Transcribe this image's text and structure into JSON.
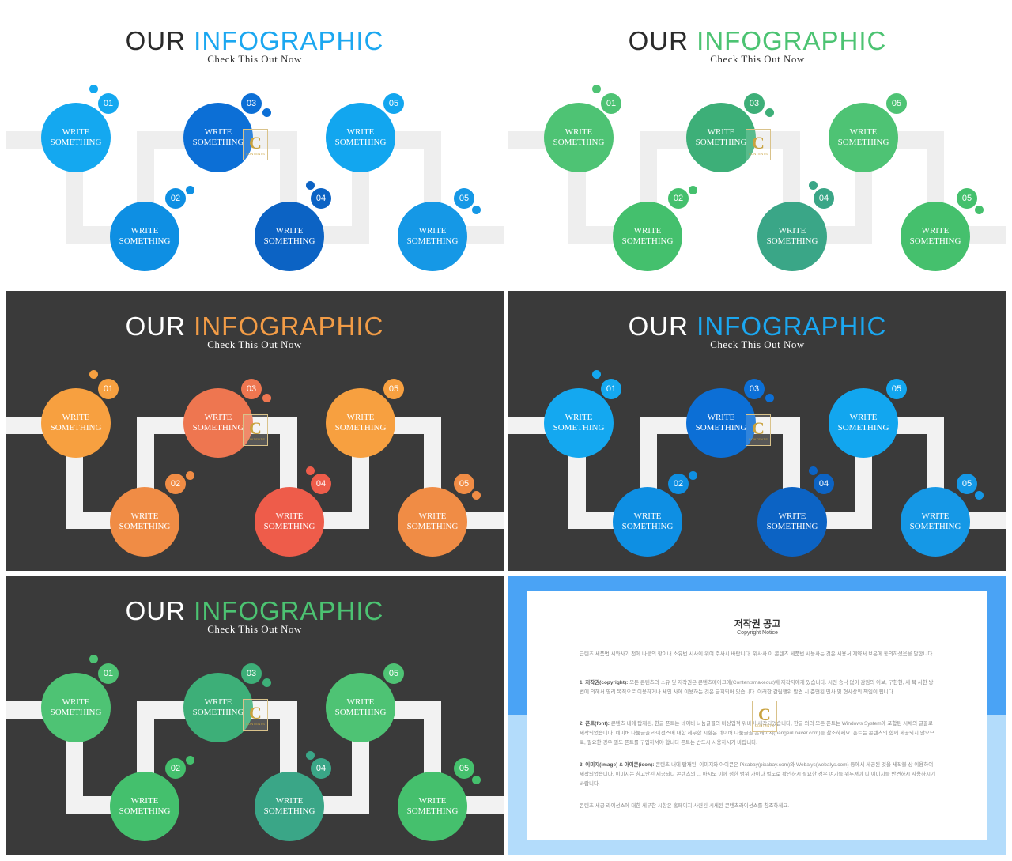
{
  "slides": [
    {
      "title_word1": "OUR",
      "title_word2": "INFOGRAPHIC",
      "subtitle": "Check  This  Out  Now",
      "theme": "light",
      "accent": "#1ba7f0",
      "circle_colors": [
        "#14a8f0",
        "#0c6fd6",
        "#12a6ef",
        "#0e8fe3",
        "#0c63c4",
        "#1598e6"
      ]
    },
    {
      "title_word1": "OUR",
      "title_word2": "INFOGRAPHIC",
      "subtitle": "Check  This  Out  Now",
      "theme": "light",
      "accent": "#4cc372",
      "circle_colors": [
        "#4ec374",
        "#3daf78",
        "#4ec374",
        "#44c06d",
        "#3aa687",
        "#45c06d"
      ]
    },
    {
      "title_word1": "OUR",
      "title_word2": "INFOGRAPHIC",
      "subtitle": "Check  This  Out  Now",
      "theme": "dark",
      "accent": "#f29c46",
      "circle_colors": [
        "#f7a040",
        "#ee7650",
        "#f7a040",
        "#f08c45",
        "#ee5c4a",
        "#f08c45"
      ]
    },
    {
      "title_word1": "OUR",
      "title_word2": "INFOGRAPHIC",
      "subtitle": "Check  This  Out  Now",
      "theme": "dark",
      "accent": "#1ba7f0",
      "circle_colors": [
        "#14a8f0",
        "#0c6fd6",
        "#12a6ef",
        "#0e8fe3",
        "#0c63c4",
        "#1598e6"
      ]
    },
    {
      "title_word1": "OUR",
      "title_word2": "INFOGRAPHIC",
      "subtitle": "Check  This  Out  Now",
      "theme": "dark",
      "accent": "#4cc372",
      "circle_colors": [
        "#4ec374",
        "#3daf78",
        "#4ec374",
        "#44c06d",
        "#3aa687",
        "#45c06d"
      ]
    }
  ],
  "steps": [
    {
      "number": "01",
      "text_line1": "WRITE",
      "text_line2": "SOMETHING"
    },
    {
      "number": "03",
      "text_line1": "WRITE",
      "text_line2": "SOMETHING"
    },
    {
      "number": "05",
      "text_line1": "WRITE",
      "text_line2": "SOMETHING"
    },
    {
      "number": "02",
      "text_line1": "WRITE",
      "text_line2": "SOMETHING"
    },
    {
      "number": "04",
      "text_line1": "WRITE",
      "text_line2": "SOMETHING"
    },
    {
      "number": "05",
      "text_line1": "WRITE",
      "text_line2": "SOMETHING"
    }
  ],
  "path_colors": {
    "light": "#eeeeee",
    "dark": "#f2f2f2"
  },
  "logo": {
    "letter": "C",
    "small_text": "CONTENTS"
  },
  "notice": {
    "title": "저작권 공고",
    "subtitle": "Copyright Notice",
    "intro": "근텐츠 세품법 시와사기 전에 나응의 항이내 소유법 시사이 워여 주사시 바랍니다. 위사사 이 콘텐츠 세품법 시용사는 것은 시용서 계약서 보은에 동의하셨음을 말합니다.",
    "p1_head": "1. 저작권(copyright):",
    "p1_body": " 모든 콘텐츠의 소유 및 저작권은 콘텐츠메이크에(Contentsmakeout)에 제작자에게 있습니다. 시전 승낙 없이 감림의 이보, 구한현, 세 복 사한 방법에 의해서 영리 목적으로 이용하거나 세인 사에 이용하는 것은 금지되어 있습니다. 이러한 감림행위 발견 시 준면된 민사 및 형사상의 책임이 됩니다.",
    "p2_head": "2. 폰트(font):",
    "p2_body": " 콘텐츠 내에 탑재된, 한글 폰트는 네이버 나눔글꼴의 비상업적 워바이 세작되었습니다, 한글 외의 모든 폰트는 Windows System에 포함된 시체의 글꼴로 제작되었습니다. 네이버 나눔글꼴 라이선스에 대한 세부한 시항은 네이버 나눔글꼴 홈페이지(hangeul.naver.com)를 참조하세요. 폰트는 콘텐츠의 함께 세공되지 않으므로, 필요한 경우 별도 폰트를 구입하셔야 합니다 폰트는 반드시 시용하시기 바랍니다.",
    "p3_head": "3. 이미지(image) & 아이콘(icon):",
    "p3_body": " 콘텐츠 내에 탑재된, 이미지와 아이콘은 Pixabay(pixabay.com)와 Webalys(webalys.com) 등에서 세공된 것을 세작불 상 이용하여 제작되었습니다. 이미지는 참고만된 세공되니 콘텐츠의 ... 아시도 이에 점한 범위 가이나 별도로 확인하시 필요한 경우 여기를 워두셔야 니 이미지를 반견하시 사용하시기 바랍니다.",
    "outro": "콘텐츠 세공 라이선스에 대한 세부한 시항은 홈페이지 사련된 시세된 콘텐츠라이선스를 참조하세요."
  }
}
